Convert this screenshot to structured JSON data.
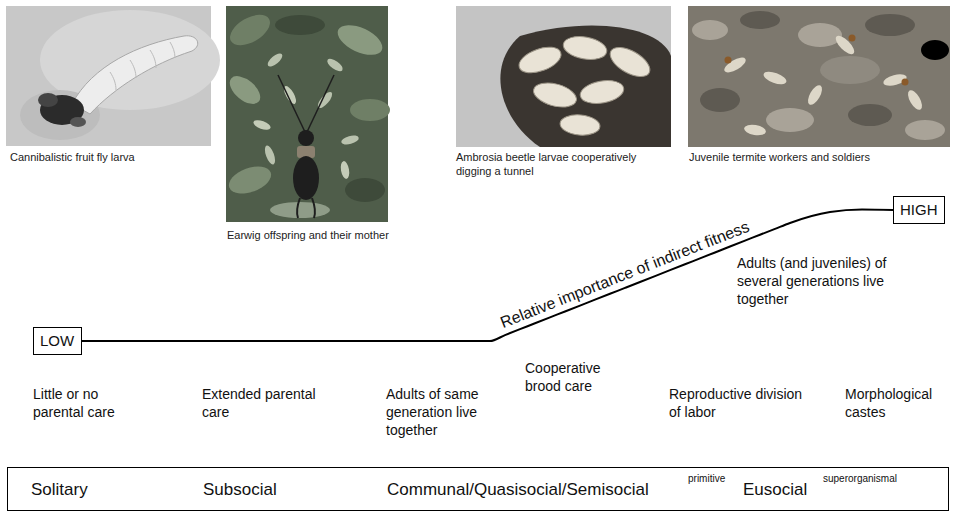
{
  "diagram": {
    "nodes": [
      {
        "text": [
          "LOW"
        ]
      },
      {
        "text": [
          "HIGH"
        ]
      },
      {
        "text": [
          "Solitary",
          "Subsocial",
          "Communal/Quasisocial/Semisocial",
          "primitive",
          "Eusocial",
          "superorganismal"
        ]
      }
    ],
    "edges": [
      {
        "from": 0,
        "to": 1,
        "arrow": "none",
        "label": "Relative importance of indirect fitness"
      }
    ],
    "labels": [
      "Cannibalistic fruit fly larva",
      "Earwig offspring and their mother",
      "Ambrosia beetle larvae cooperatively digging a tunnel",
      "Juvenile termite workers and soldiers",
      "Adults (and juveniles) of several generations live together",
      "Little or no parental care",
      "Extended parental care",
      "Adults of same generation live together",
      "Cooperative brood care",
      "Reproductive division of labor",
      "Morphological castes"
    ]
  }
}
